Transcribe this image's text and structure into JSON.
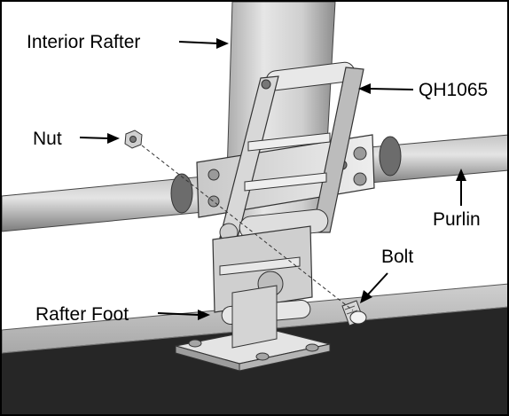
{
  "diagram": {
    "labels": {
      "interior_rafter": "Interior Rafter",
      "qh1065": "QH1065",
      "nut": "Nut",
      "purlin": "Purlin",
      "bolt": "Bolt",
      "rafter_foot": "Rafter Foot"
    },
    "colors": {
      "border": "#000000",
      "background": "#ffffff",
      "tube_light": "#d9d9d9",
      "tube_mid": "#b5b5b5",
      "tube_dark": "#6e6e6e",
      "base_rail": "#262626",
      "base_rail_top": "#bdbdbd",
      "metal_light": "#eeeeee",
      "metal_dark": "#8a8a8a"
    }
  }
}
